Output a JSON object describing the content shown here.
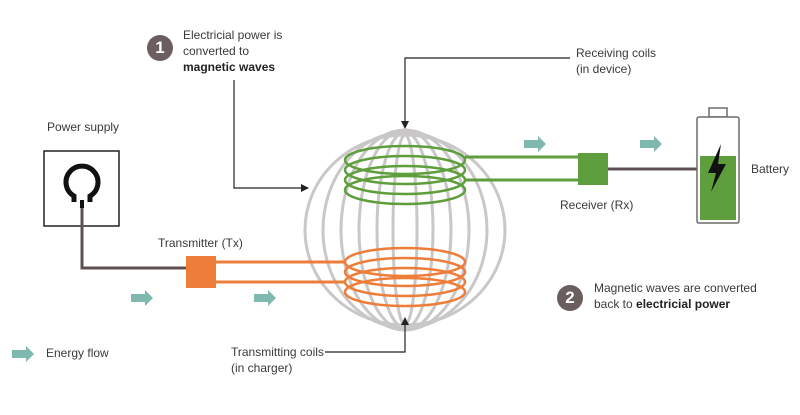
{
  "step1": {
    "number": "1",
    "line1": "Electricial power is",
    "line2": "converted to",
    "line3": "magnetic waves"
  },
  "step2": {
    "number": "2",
    "line1": "Magnetic waves are converted",
    "line2_prefix": "back to ",
    "line2_bold": "electricial power"
  },
  "labels": {
    "power_supply": "Power supply",
    "transmitter": "Transmitter (Tx)",
    "receiving_coils_1": "Receiving coils",
    "receiving_coils_2": "(in device)",
    "receiver": "Receiver (Rx)",
    "battery": "Battery",
    "transmitting_coils_1": "Transmitting coils",
    "transmitting_coils_2": "(in charger)",
    "energy_flow": "Energy flow"
  },
  "colors": {
    "green": "#5f9e3c",
    "orange": "#ef7d3a",
    "arrow_teal": "#7fb8ae",
    "dark_line": "#5e5050",
    "badge": "#6b5e5e",
    "field_lines": "#c9c7c7"
  },
  "icons": {
    "power_socket": "socket-icon",
    "battery": "battery-icon",
    "lightning": "lightning-bolt-icon"
  }
}
